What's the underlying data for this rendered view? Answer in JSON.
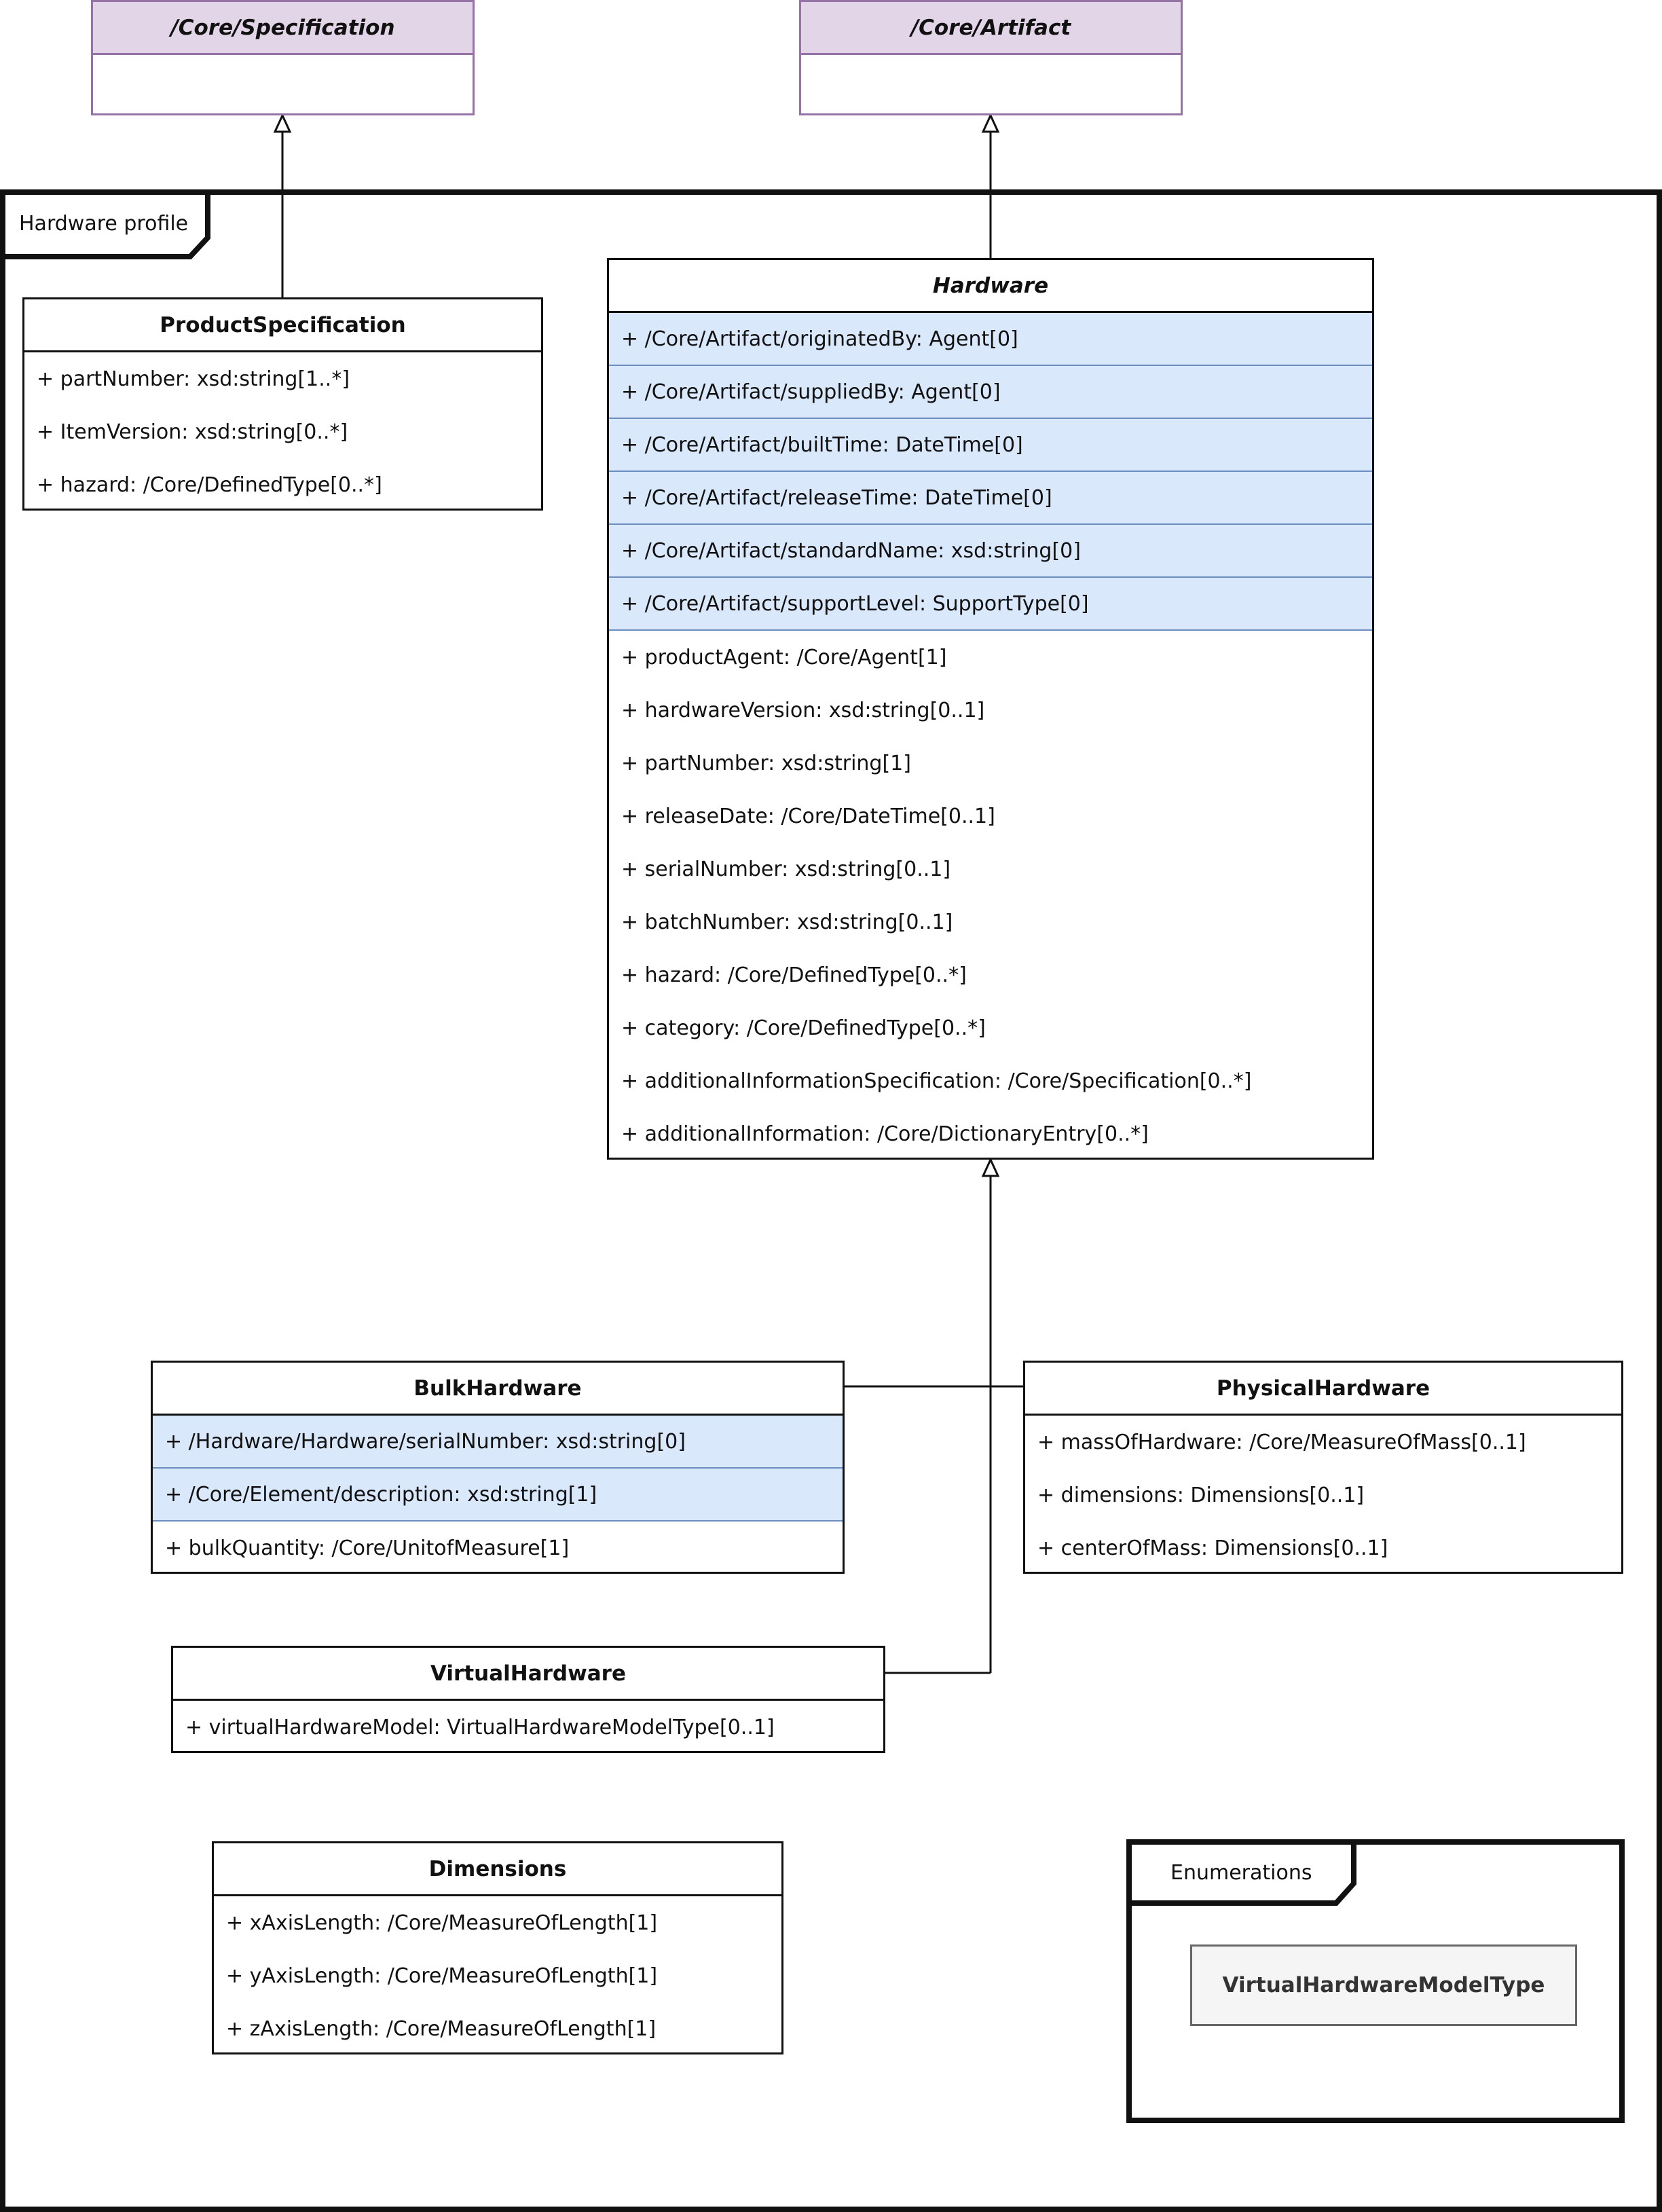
{
  "external": {
    "specification": {
      "title": "/Core/Specification"
    },
    "artifact": {
      "title": "/Core/Artifact"
    }
  },
  "package": {
    "label": "Hardware profile"
  },
  "enum_package": {
    "label": "Enumerations",
    "items": [
      "VirtualHardwareModelType"
    ]
  },
  "classes": {
    "product_specification": {
      "title": "ProductSpecification",
      "attributes": [
        "+ partNumber: xsd:string[1..*]",
        "+ ItemVersion: xsd:string[0..*]",
        "+ hazard: /Core/DefinedType[0..*]"
      ]
    },
    "hardware": {
      "title": "Hardware",
      "inherited": [
        "+ /Core/Artifact/originatedBy: Agent[0]",
        "+ /Core/Artifact/suppliedBy: Agent[0]",
        "+ /Core/Artifact/builtTime: DateTime[0]",
        "+ /Core/Artifact/releaseTime: DateTime[0]",
        "+ /Core/Artifact/standardName: xsd:string[0]",
        "+ /Core/Artifact/supportLevel: SupportType[0]"
      ],
      "attributes": [
        "+ productAgent: /Core/Agent[1]",
        "+ hardwareVersion: xsd:string[0..1]",
        "+ partNumber: xsd:string[1]",
        "+ releaseDate: /Core/DateTime[0..1]",
        "+ serialNumber: xsd:string[0..1]",
        "+ batchNumber: xsd:string[0..1]",
        "+ hazard: /Core/DefinedType[0..*]",
        "+ category: /Core/DefinedType[0..*]",
        "+ additionalInformationSpecification: /Core/Specification[0..*]",
        "+ additionalInformation: /Core/DictionaryEntry[0..*]"
      ]
    },
    "bulk_hardware": {
      "title": "BulkHardware",
      "inherited": [
        "+ /Hardware/Hardware/serialNumber: xsd:string[0]",
        "+ /Core/Element/description: xsd:string[1]"
      ],
      "attributes": [
        "+ bulkQuantity: /Core/UnitofMeasure[1]"
      ]
    },
    "physical_hardware": {
      "title": "PhysicalHardware",
      "attributes": [
        "+ massOfHardware: /Core/MeasureOfMass[0..1]",
        "+ dimensions: Dimensions[0..1]",
        "+ centerOfMass: Dimensions[0..1]"
      ]
    },
    "virtual_hardware": {
      "title": "VirtualHardware",
      "attributes": [
        "+ virtualHardwareModel: VirtualHardwareModelType[0..1]"
      ]
    },
    "dimensions": {
      "title": "Dimensions",
      "attributes": [
        "+ xAxisLength: /Core/MeasureOfLength[1]",
        "+ yAxisLength: /Core/MeasureOfLength[1]",
        "+ zAxisLength: /Core/MeasureOfLength[1]"
      ]
    }
  },
  "colors": {
    "external_fill": "#e1d5e7",
    "external_border": "#9673a6",
    "inherited_fill": "#dae8fc",
    "inherited_border": "#6c8ebf",
    "enum_fill": "#f5f5f5"
  }
}
